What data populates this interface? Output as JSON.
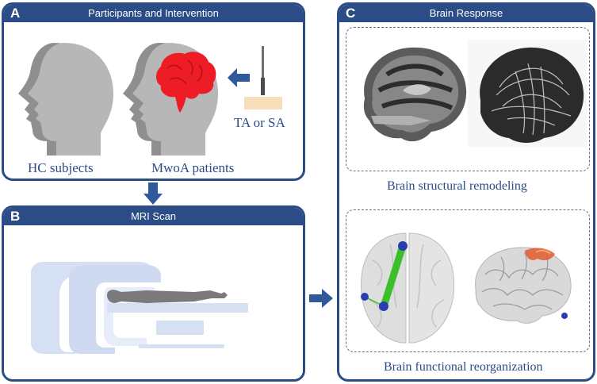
{
  "panels": {
    "a": {
      "letter": "A",
      "title": "Participants and Intervention",
      "labels": {
        "hc": "HC subjects",
        "mwoa": "MwoA patients",
        "intervention": "TA or SA"
      }
    },
    "b": {
      "letter": "B",
      "title": "MRI Scan"
    },
    "c": {
      "letter": "C",
      "title": "Brain Response",
      "labels": {
        "structural": "Brain structural remodeling",
        "functional": "Brain functional reorganization"
      }
    }
  },
  "colors": {
    "panel_blue": "#2b4c86",
    "arrow_blue": "#2e5a9c",
    "head_gray": "#a9a9a9",
    "brain_red": "#ee1c25",
    "scanner_blue": "#d6e0f3",
    "connection_green": "#3cbf2a",
    "node_blue": "#2a3db0"
  },
  "icons": [
    "head-silhouette-icon",
    "brain-icon",
    "needle-icon",
    "mri-scanner-icon",
    "patient-silhouette-icon"
  ]
}
